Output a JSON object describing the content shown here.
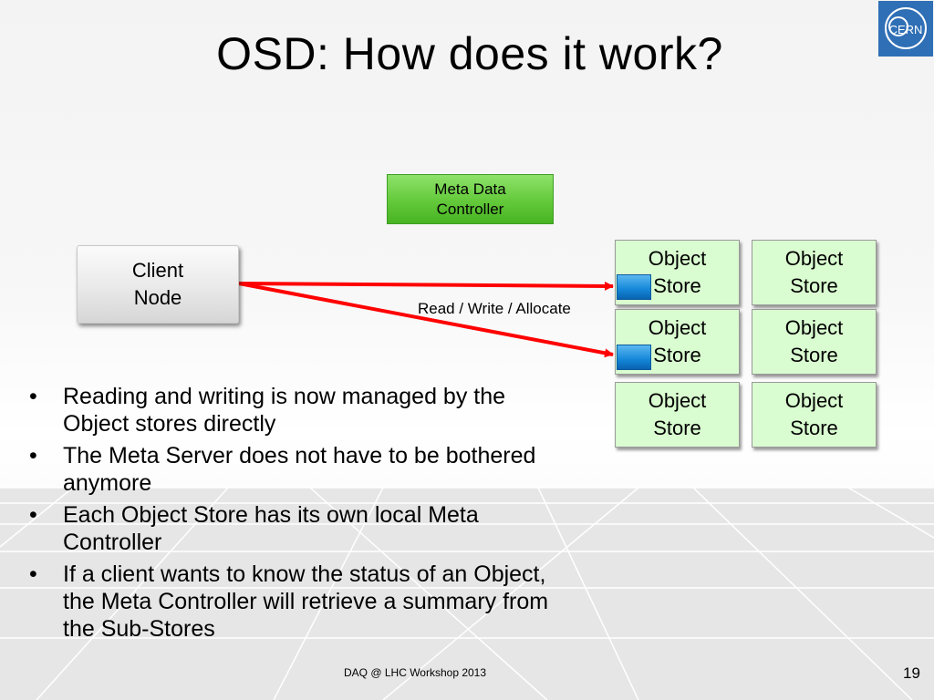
{
  "title": "OSD: How does it work?",
  "logo": {
    "text": "CERN",
    "icon": "cern-logo"
  },
  "diagram": {
    "client": {
      "line1": "Client",
      "line2": "Node"
    },
    "meta_controller": {
      "line1": "Meta Data",
      "line2": "Controller"
    },
    "edge_label": "Read / Write / Allocate",
    "store_line1": "Object",
    "store_line2": "Store",
    "store_count": 6,
    "colors": {
      "arrow": "#ff0000",
      "meta": "#5cc435",
      "store": "#d9fcd0",
      "cube": "#1a8be0"
    }
  },
  "bullets": [
    "Reading and writing is now managed by the Object stores directly",
    "The Meta Server does not have to be bothered anymore",
    "Each Object Store has its own local Meta Controller",
    "If a client wants to know the status of an Object, the Meta Controller will retrieve a summary from the Sub-Stores"
  ],
  "bullet_marker": "•",
  "footer": "DAQ @ LHC Workshop 2013",
  "page_number": "19"
}
